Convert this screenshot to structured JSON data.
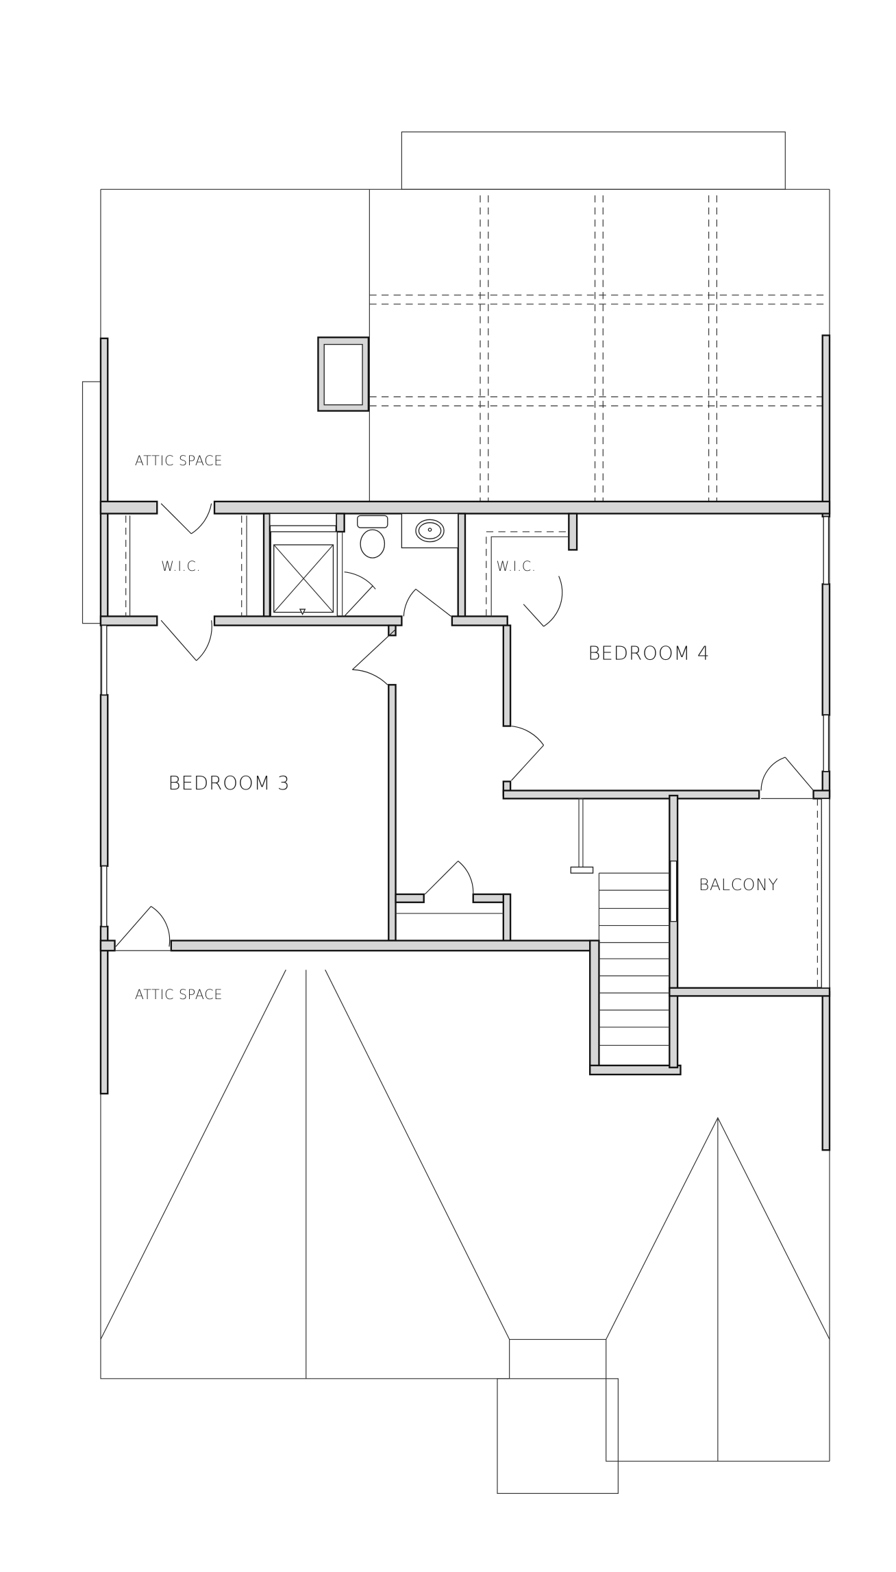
{
  "plan": {
    "type": "second-floor-plan",
    "rooms": [
      {
        "id": "attic-top",
        "label": "ATTIC SPACE"
      },
      {
        "id": "wic-left",
        "label": "W.I.C."
      },
      {
        "id": "wic-right",
        "label": "W.I.C."
      },
      {
        "id": "bedroom-3",
        "label": "BEDROOM 3"
      },
      {
        "id": "bedroom-4",
        "label": "BEDROOM 4"
      },
      {
        "id": "balcony",
        "label": "BALCONY"
      },
      {
        "id": "attic-bottom",
        "label": "ATTIC SPACE"
      }
    ],
    "colors": {
      "background": "#ffffff",
      "line": "#222222",
      "wall_fill": "#d6d6d6"
    }
  }
}
